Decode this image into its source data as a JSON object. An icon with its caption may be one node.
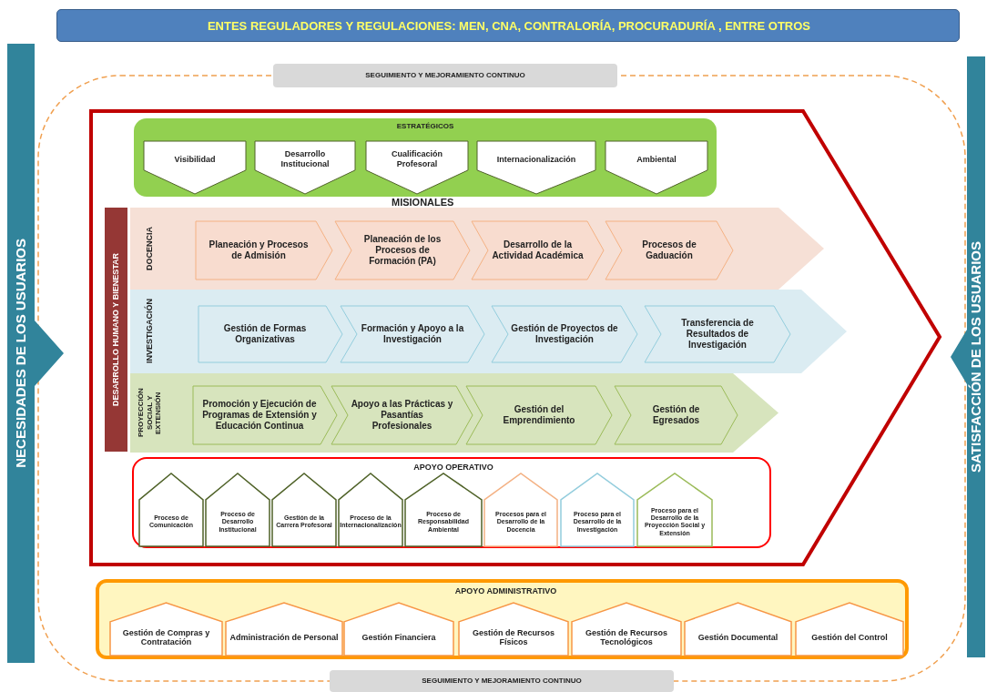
{
  "diagram": {
    "nodes": [
      {
        "text": [
          "ENTES REGULADORES Y REGULACIONES: MEN, CNA, CONTRALORÍA, PROCURADURÍA , ENTRE OTROS"
        ]
      },
      {
        "text": [
          "NECESIDADES DE LOS USUARIOS"
        ]
      },
      {
        "text": [
          "SATISFACCIÓN DE LOS USUARIOS"
        ]
      },
      {
        "text": [
          "SEGUIMIENTO Y MEJORAMIENTO CONTINUO"
        ]
      },
      {
        "text": [
          "ESTRATÉGICOS"
        ]
      },
      {
        "text": [
          "Visibilidad"
        ],
        "in": 4
      },
      {
        "text": [
          "Desarrollo Institucional"
        ],
        "in": 4
      },
      {
        "text": [
          "Cualificación Profesoral"
        ],
        "in": 4
      },
      {
        "text": [
          "Internacionalización"
        ],
        "in": 4
      },
      {
        "text": [
          "Ambiental"
        ],
        "in": 4
      },
      {
        "text": [
          "DOCENCIA"
        ]
      },
      {
        "text": [
          "Planeación y Procesos de Admisión"
        ],
        "in": 10
      },
      {
        "text": [
          "Planeación de los Procesos de Formación (PA)"
        ],
        "in": 10
      },
      {
        "text": [
          "Desarrollo de la Actividad Académica"
        ],
        "in": 10
      },
      {
        "text": [
          "Procesos de Gaduación"
        ],
        "in": 10
      },
      {
        "text": [
          "INVESTIGACIÓN"
        ]
      },
      {
        "text": [
          "Gestión de Formas Organizativas"
        ],
        "in": 15
      },
      {
        "text": [
          "Formación y Apoyo a la Investigación"
        ],
        "in": 15
      },
      {
        "text": [
          "Gestión de Proyectos de Investigación"
        ],
        "in": 15
      },
      {
        "text": [
          "Transferencia de Resultados de Investigación"
        ],
        "in": 15
      },
      {
        "text": [
          "PROYECCIÓN SOCIAL Y EXTENSIÓN"
        ]
      },
      {
        "text": [
          "Promoción y Ejecución de Programas de Extensión y Educación Continua"
        ],
        "in": 20
      },
      {
        "text": [
          "Apoyo a las Prácticas y Pasantías Profesionales"
        ],
        "in": 20
      },
      {
        "text": [
          "Gestión del Emprendimiento"
        ],
        "in": 20
      },
      {
        "text": [
          "Gestión de Egresados"
        ],
        "in": 20
      },
      {
        "text": [
          "DESARROLLO HUMANO Y BIENESTAR"
        ]
      },
      {
        "text": [
          "APOYO OPERATIVO"
        ]
      },
      {
        "text": [
          "Proceso de Comunicación"
        ],
        "in": 26
      },
      {
        "text": [
          "Proceso de Desarrollo Institucional"
        ],
        "in": 26
      },
      {
        "text": [
          "Gestión de la Carrera Profesoral"
        ],
        "in": 26
      },
      {
        "text": [
          "Proceso de la Internacionalización"
        ],
        "in": 26
      },
      {
        "text": [
          "Proceso de Responsabilidad Ambiental"
        ],
        "in": 26
      },
      {
        "text": [
          "Procesos para el Desarrollo de la Docencia"
        ],
        "in": 26
      },
      {
        "text": [
          "Proceso para el Desarrollo de la Investigación"
        ],
        "in": 26
      },
      {
        "text": [
          "Proceso para el Desarrollo de la Proyección Social y Extensión"
        ],
        "in": 26
      },
      {
        "text": [
          "APOYO ADMINISTRATIVO"
        ]
      },
      {
        "text": [
          "Gestión de Compras y Contratación"
        ],
        "in": 35
      },
      {
        "text": [
          "Administración de Personal"
        ],
        "in": 35
      },
      {
        "text": [
          "Gestión Financiera"
        ],
        "in": 35
      },
      {
        "text": [
          "Gestión de Recursos Físicos"
        ],
        "in": 35
      },
      {
        "text": [
          "Gestión de Recursos Tecnológicos"
        ],
        "in": 35
      },
      {
        "text": [
          "Gestión Documental"
        ],
        "in": 35
      },
      {
        "text": [
          "Gestión del Control"
        ],
        "in": 35
      },
      {
        "text": [
          "SEGUIMIENTO Y MEJORAMIENTO CONTINUO"
        ]
      }
    ],
    "edges": [],
    "labels": [
      "MISIONALES"
    ]
  }
}
